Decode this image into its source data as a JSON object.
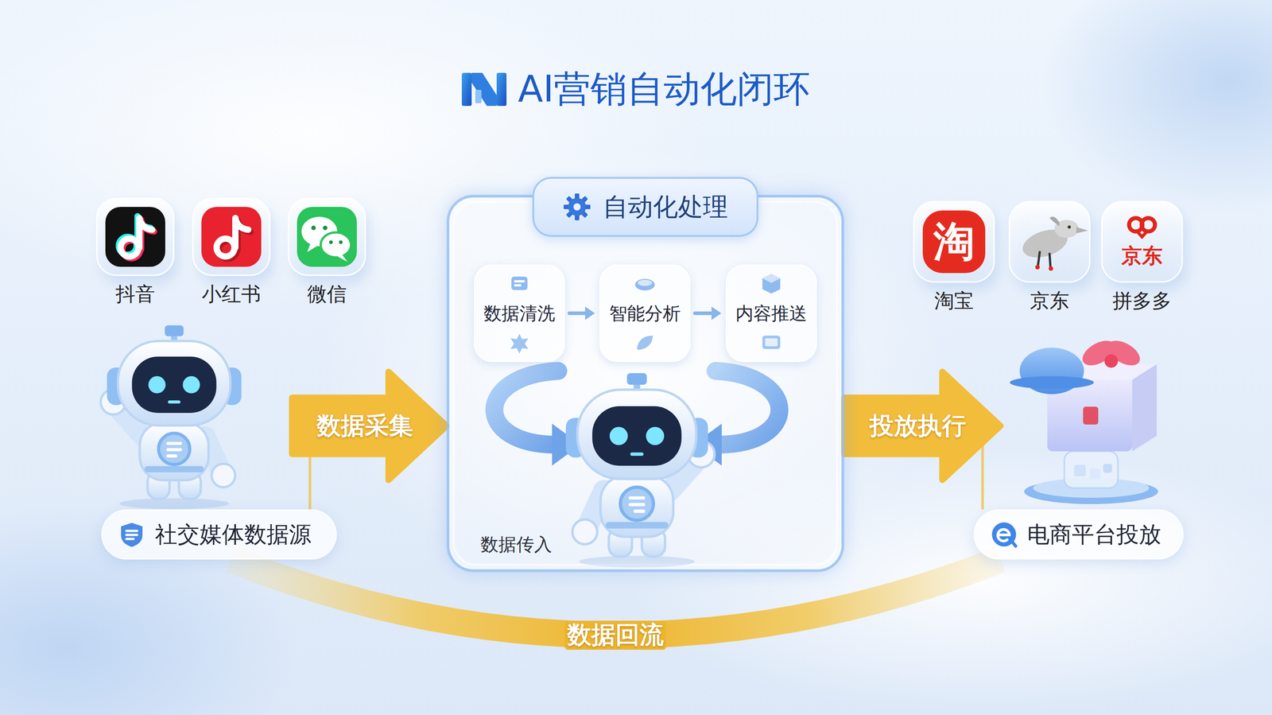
{
  "diagram": {
    "title": "AI营销自动化闭环",
    "nodes": [
      {
        "text": [
          "抖音"
        ]
      },
      {
        "text": [
          "小红书"
        ]
      },
      {
        "text": [
          "微信"
        ]
      },
      {
        "text": [
          "社交媒体数据源"
        ]
      },
      {
        "text": [
          "自动化处理",
          "数据传入"
        ]
      },
      {
        "text": [
          "数据清洗"
        ],
        "in": 4
      },
      {
        "text": [
          "智能分析"
        ],
        "in": 4
      },
      {
        "text": [
          "内容推送"
        ],
        "in": 4
      },
      {
        "text": [
          "淘",
          "淘宝"
        ]
      },
      {
        "text": [
          "京东"
        ]
      },
      {
        "text": [
          "京东",
          "拼多多"
        ]
      },
      {
        "text": [
          "电商平台投放"
        ]
      }
    ],
    "edges": [
      {
        "from": 3,
        "to": 4,
        "label": "数据采集",
        "arrow": "to"
      },
      {
        "from": 5,
        "to": 6,
        "arrow": "to"
      },
      {
        "from": 6,
        "to": 7,
        "arrow": "to"
      },
      {
        "from": 4,
        "to": 11,
        "label": "投放执行",
        "arrow": "to"
      },
      {
        "from": 11,
        "to": 3,
        "label": "数据回流",
        "arrow": "none"
      }
    ]
  }
}
